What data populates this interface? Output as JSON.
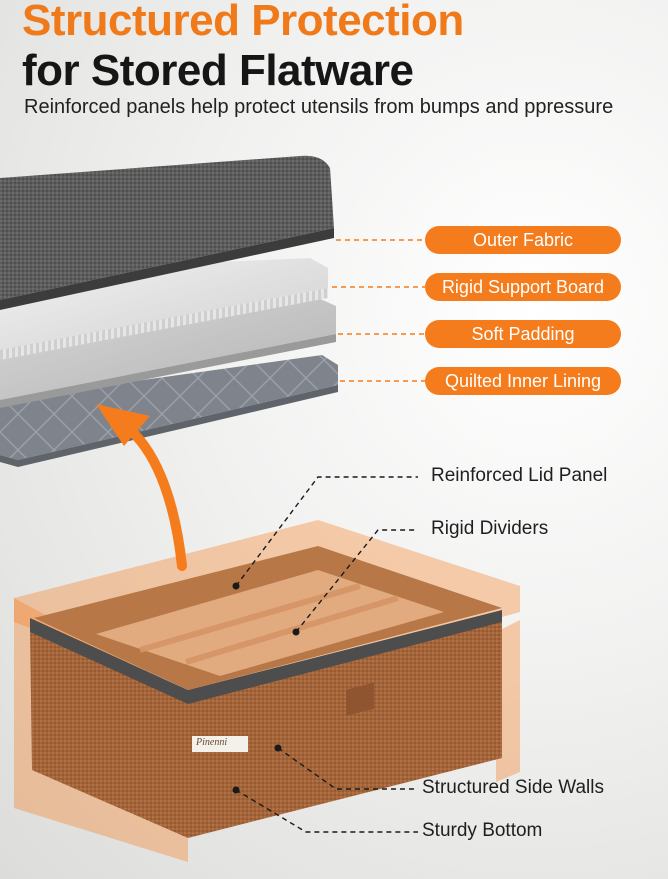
{
  "header": {
    "title_line1": "Structured Protection",
    "title_line2": "for Stored Flatware",
    "subtitle": "Reinforced panels help protect utensils from bumps and ppressure"
  },
  "layers": [
    "Outer Fabric",
    "Rigid Support Board",
    "Soft Padding",
    "Quilted Inner Lining"
  ],
  "box_parts": {
    "lid_panel": "Reinforced Lid Panel",
    "dividers": "Rigid Dividers",
    "side_walls": "Structured Side Walls",
    "bottom": "Sturdy Bottom"
  },
  "brand": "Pinenni",
  "colors": {
    "accent": "#f57c1c",
    "heading": "#161616",
    "fabric_gray": "#5b5b5b",
    "box_brown": "#a8683b"
  }
}
